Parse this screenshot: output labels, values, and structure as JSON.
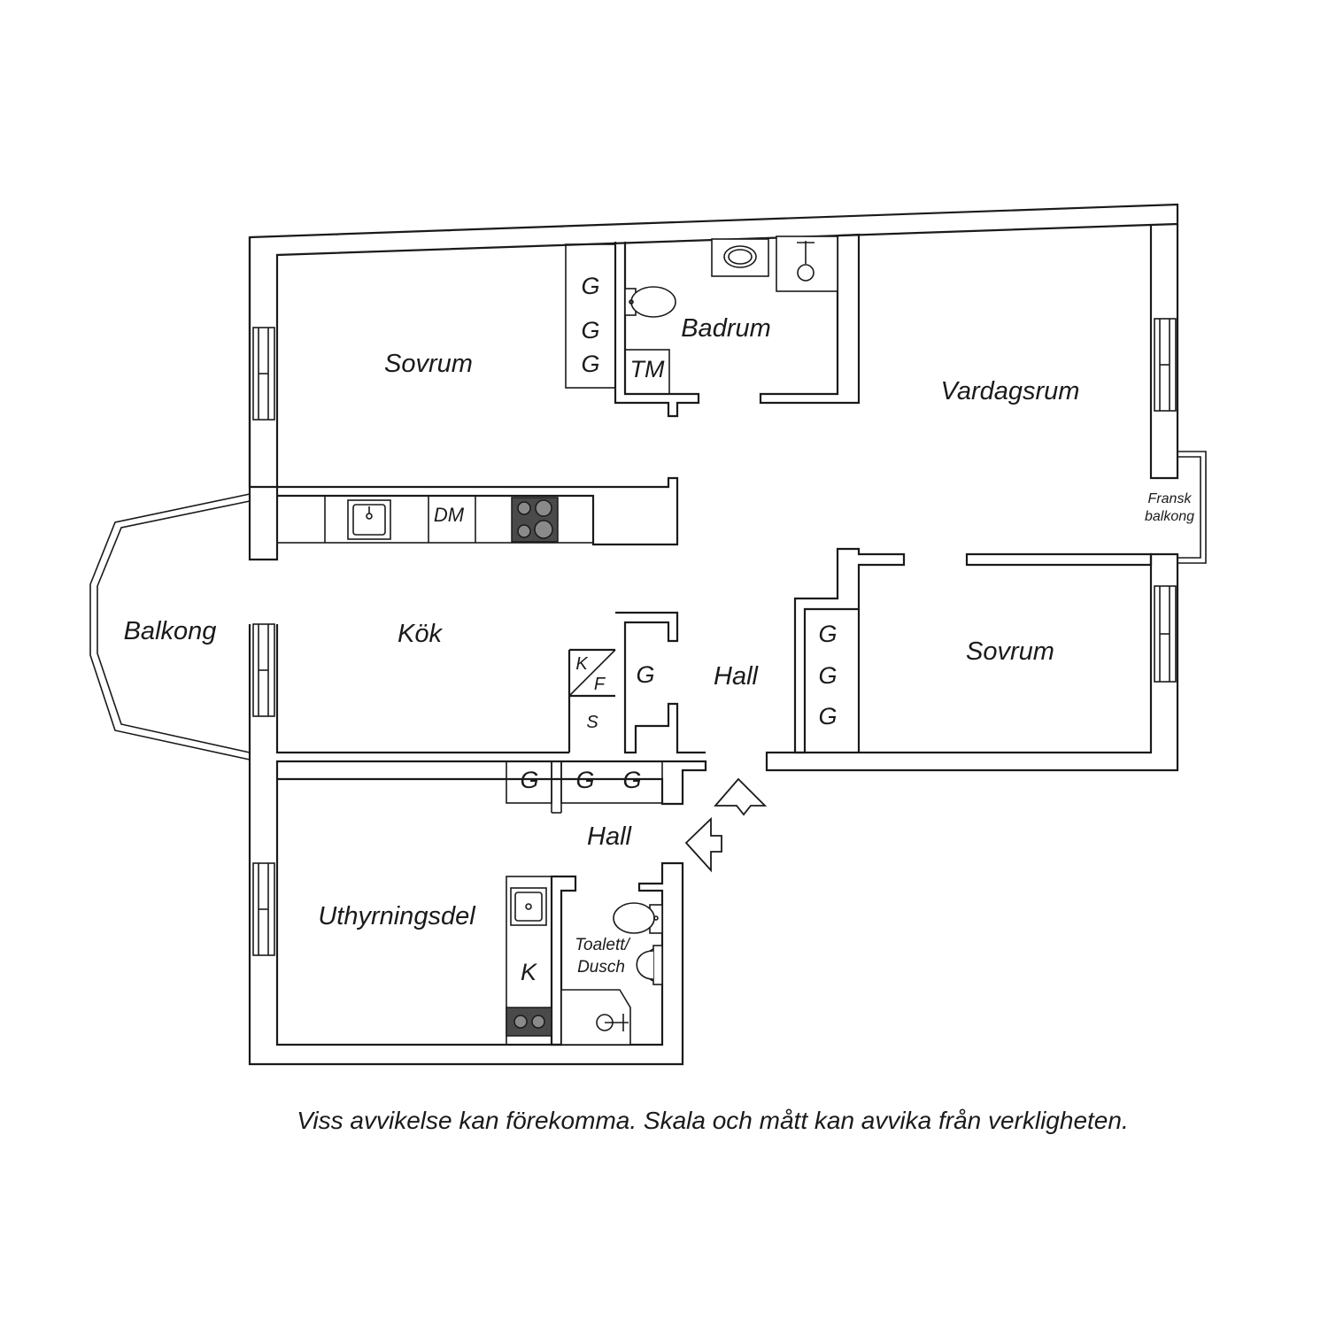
{
  "rooms": {
    "sovrum_top": "Sovrum",
    "badrum": "Badrum",
    "vardagsrum": "Vardagsrum",
    "kok": "Kök",
    "balkong": "Balkong",
    "hall_upper": "Hall",
    "sovrum_right": "Sovrum",
    "hall_lower": "Hall",
    "uthyrningsdel": "Uthyrningsdel",
    "toalett_line1": "Toalett/",
    "toalett_line2": "Dusch",
    "fransk_line1": "Fransk",
    "fransk_line2": "balkong"
  },
  "fixtures": {
    "wardrobe": "G",
    "washing_machine": "TM",
    "dishwasher": "DM",
    "fridge": "K",
    "freezer": "F",
    "pantry": "S",
    "kitchenette": "K"
  },
  "disclaimer": "Viss avvikelse kan förekomma. Skala och mått kan avvika från verkligheten."
}
